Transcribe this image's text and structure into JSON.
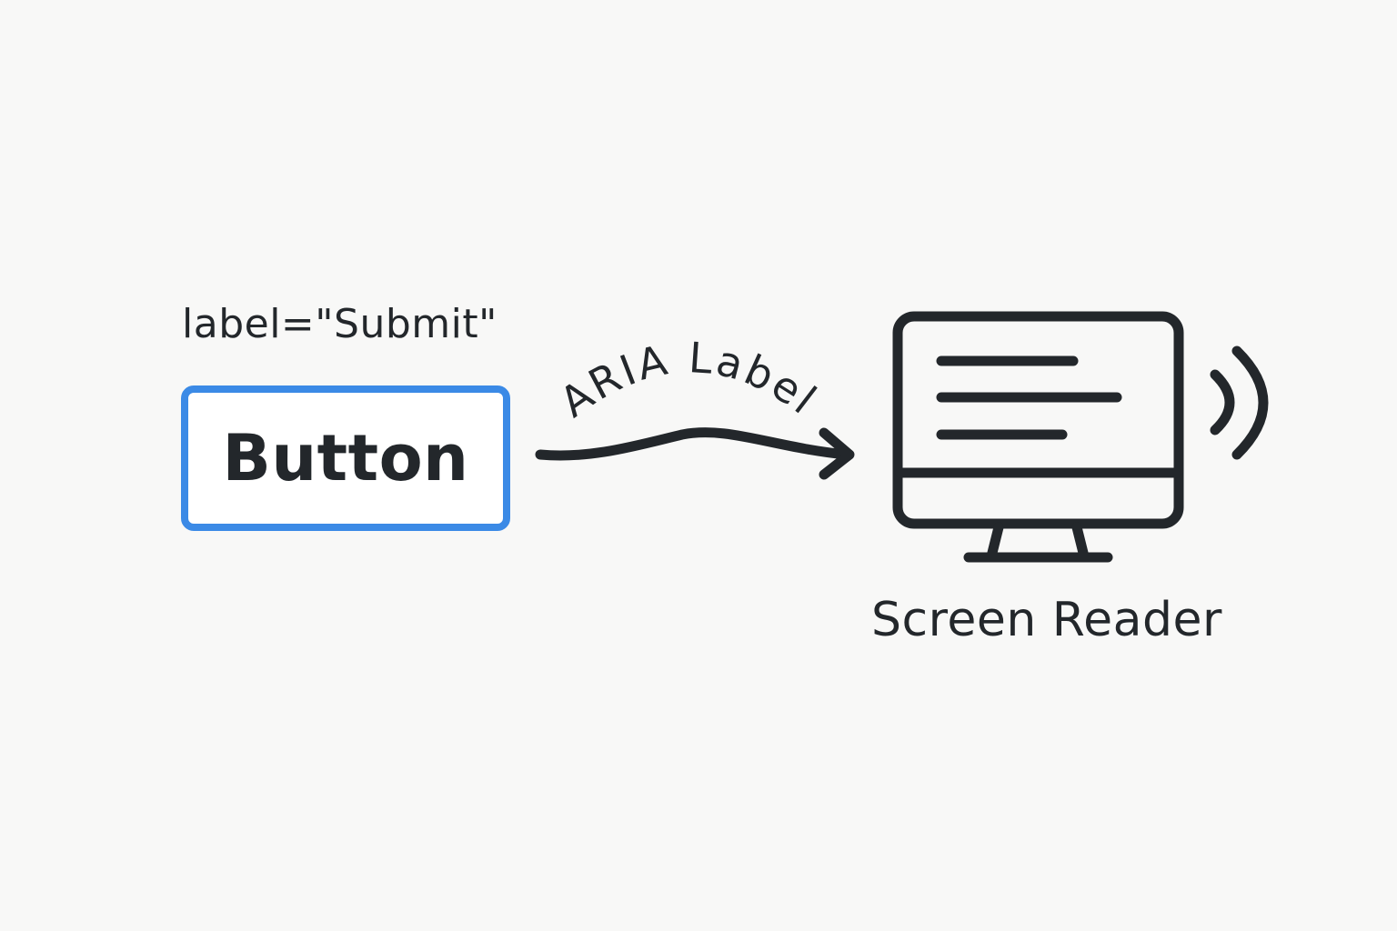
{
  "attribute": {
    "text": "label=\"Submit\""
  },
  "button": {
    "label": "Button"
  },
  "arrow": {
    "label": "ARIA Label"
  },
  "screen_reader": {
    "label": "Screen Reader",
    "icon": "monitor-icon",
    "sound_icon": "sound-waves-icon"
  },
  "colors": {
    "accent": "#3b8ae6",
    "ink": "#23272b",
    "background": "#f8f8f7"
  }
}
